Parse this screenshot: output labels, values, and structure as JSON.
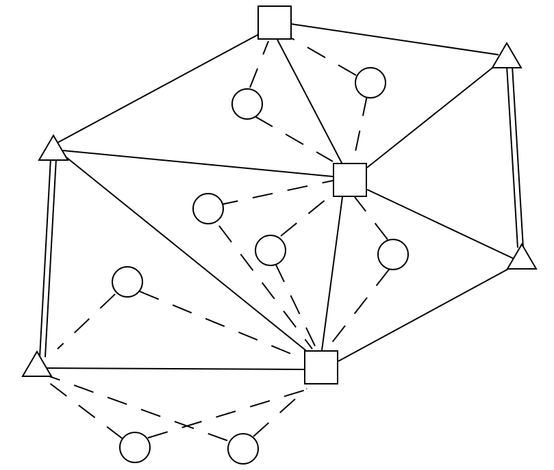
{
  "diagram": {
    "background": "#ffffff",
    "stroke_color": "#000000",
    "node_kinds": [
      "square",
      "triangle",
      "circle"
    ],
    "edge_kinds": [
      "solid-line",
      "double-line",
      "dashed-line"
    ]
  }
}
